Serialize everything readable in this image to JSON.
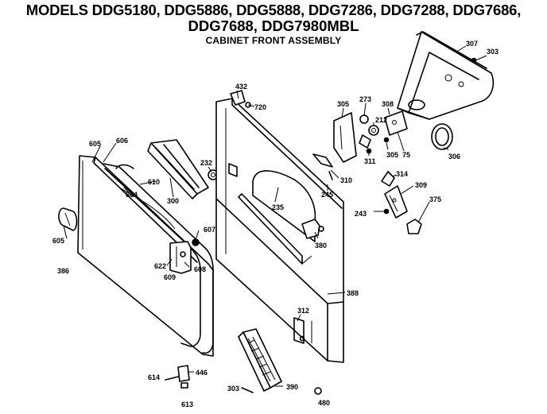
{
  "header": {
    "line1": "MODELS DDG5180, DDG5886, DDG5888, DDG7286, DDG7288, DDG7686,",
    "line2": "DDG7688, DDG7980MBL",
    "subtitle": "CABINET FRONT ASSEMBLY"
  },
  "parts": {
    "p605a": "605",
    "p606": "606",
    "p605b": "605",
    "p386": "386",
    "p604": "604",
    "p610": "610",
    "p300": "300",
    "p232": "232",
    "p432": "432",
    "p720": "720",
    "p607": "607",
    "p622": "622",
    "p609": "609",
    "p608": "608",
    "p235": "235",
    "p380": "380",
    "p388": "388",
    "p312": "312",
    "p305": "305",
    "p273": "273",
    "p308": "308",
    "p212": "212",
    "p305b": "305",
    "p75": "75",
    "p311": "311",
    "p310": "310",
    "p245": "245",
    "p307": "307",
    "p303": "303",
    "p306": "306",
    "p314": "314",
    "p309": "309",
    "p243": "243",
    "p375": "375",
    "p614": "614",
    "p446": "446",
    "p613": "613",
    "p303b": "303",
    "p390": "390",
    "p480": "480"
  }
}
